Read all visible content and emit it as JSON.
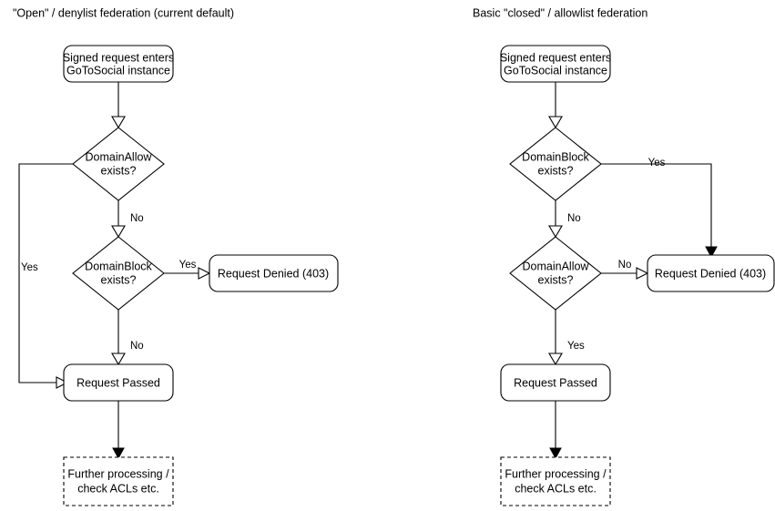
{
  "diagram": {
    "type": "flowchart",
    "background": "#ffffff",
    "stroke_color": "#000000",
    "text_color": "#000000",
    "columns": [
      {
        "id": "open-denylist",
        "title": "\"Open\" / denylist federation (current default)",
        "nodes": [
          {
            "id": "entry",
            "shape": "rounded-rect",
            "line1": "Signed request enters",
            "line2": "GoToSocial instance"
          },
          {
            "id": "domain-allow",
            "shape": "diamond",
            "line1": "DomainAllow",
            "line2": "exists?"
          },
          {
            "id": "domain-block",
            "shape": "diamond",
            "line1": "DomainBlock",
            "line2": "exists?"
          },
          {
            "id": "request-denied",
            "shape": "rounded-rect",
            "line1": "Request Denied (403)",
            "line2": ""
          },
          {
            "id": "request-passed",
            "shape": "rounded-rect",
            "line1": "Request Passed",
            "line2": ""
          },
          {
            "id": "further-processing",
            "shape": "dashed-rect",
            "line1": "Further processing /",
            "line2": "check ACLs etc."
          }
        ],
        "edges": [
          {
            "id": "entry-to-allow",
            "from": "entry",
            "to": "domain-allow",
            "label": ""
          },
          {
            "id": "allow-yes",
            "from": "domain-allow",
            "to": "request-passed",
            "label": "Yes"
          },
          {
            "id": "allow-no",
            "from": "domain-allow",
            "to": "domain-block",
            "label": "No"
          },
          {
            "id": "block-yes",
            "from": "domain-block",
            "to": "request-denied",
            "label": "Yes"
          },
          {
            "id": "block-no",
            "from": "domain-block",
            "to": "request-passed",
            "label": "No"
          },
          {
            "id": "passed-to-further",
            "from": "request-passed",
            "to": "further-processing",
            "label": ""
          }
        ]
      },
      {
        "id": "closed-allowlist",
        "title": "Basic \"closed\" / allowlist federation",
        "nodes": [
          {
            "id": "entry",
            "shape": "rounded-rect",
            "line1": "Signed request enters",
            "line2": "GoToSocial instance"
          },
          {
            "id": "domain-block",
            "shape": "diamond",
            "line1": "DomainBlock",
            "line2": "exists?"
          },
          {
            "id": "domain-allow",
            "shape": "diamond",
            "line1": "DomainAllow",
            "line2": "exists?"
          },
          {
            "id": "request-denied",
            "shape": "rounded-rect",
            "line1": "Request Denied (403)",
            "line2": ""
          },
          {
            "id": "request-passed",
            "shape": "rounded-rect",
            "line1": "Request Passed",
            "line2": ""
          },
          {
            "id": "further-processing",
            "shape": "dashed-rect",
            "line1": "Further processing /",
            "line2": "check ACLs etc."
          }
        ],
        "edges": [
          {
            "id": "entry-to-block",
            "from": "entry",
            "to": "domain-block",
            "label": ""
          },
          {
            "id": "block-yes",
            "from": "domain-block",
            "to": "request-denied",
            "label": "Yes"
          },
          {
            "id": "block-no",
            "from": "domain-block",
            "to": "domain-allow",
            "label": "No"
          },
          {
            "id": "allow-no",
            "from": "domain-allow",
            "to": "request-denied",
            "label": "No"
          },
          {
            "id": "allow-yes",
            "from": "domain-allow",
            "to": "request-passed",
            "label": "Yes"
          },
          {
            "id": "passed-to-further",
            "from": "request-passed",
            "to": "further-processing",
            "label": ""
          }
        ]
      }
    ]
  }
}
